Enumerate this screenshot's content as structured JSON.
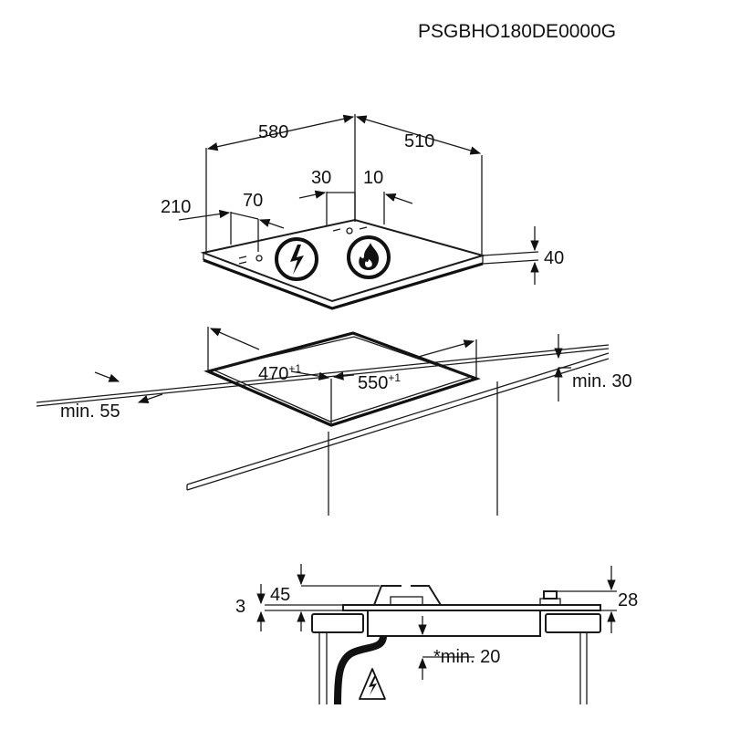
{
  "product_code": "PSGBHO180DE0000G",
  "top_view": {
    "dim_width": "580",
    "dim_depth": "510",
    "dim_offset_30": "30",
    "dim_offset_10": "10",
    "dim_offset_210": "210",
    "dim_offset_70": "70",
    "dim_height": "40",
    "symbols": [
      "electric-symbol-icon",
      "gas-flame-symbol-icon"
    ]
  },
  "cutout": {
    "width_value": "550",
    "width_tolerance": "+1",
    "depth_value": "470",
    "depth_tolerance": "+1",
    "min_front": "min. 55",
    "min_side": "min. 30"
  },
  "section_view": {
    "dim_3": "3",
    "dim_45": "45",
    "dim_28": "28",
    "min_below": "*min. 20",
    "warning_icon": "electric-warning-icon"
  },
  "colors": {
    "line": "#1a1a1a",
    "background": "#ffffff"
  }
}
